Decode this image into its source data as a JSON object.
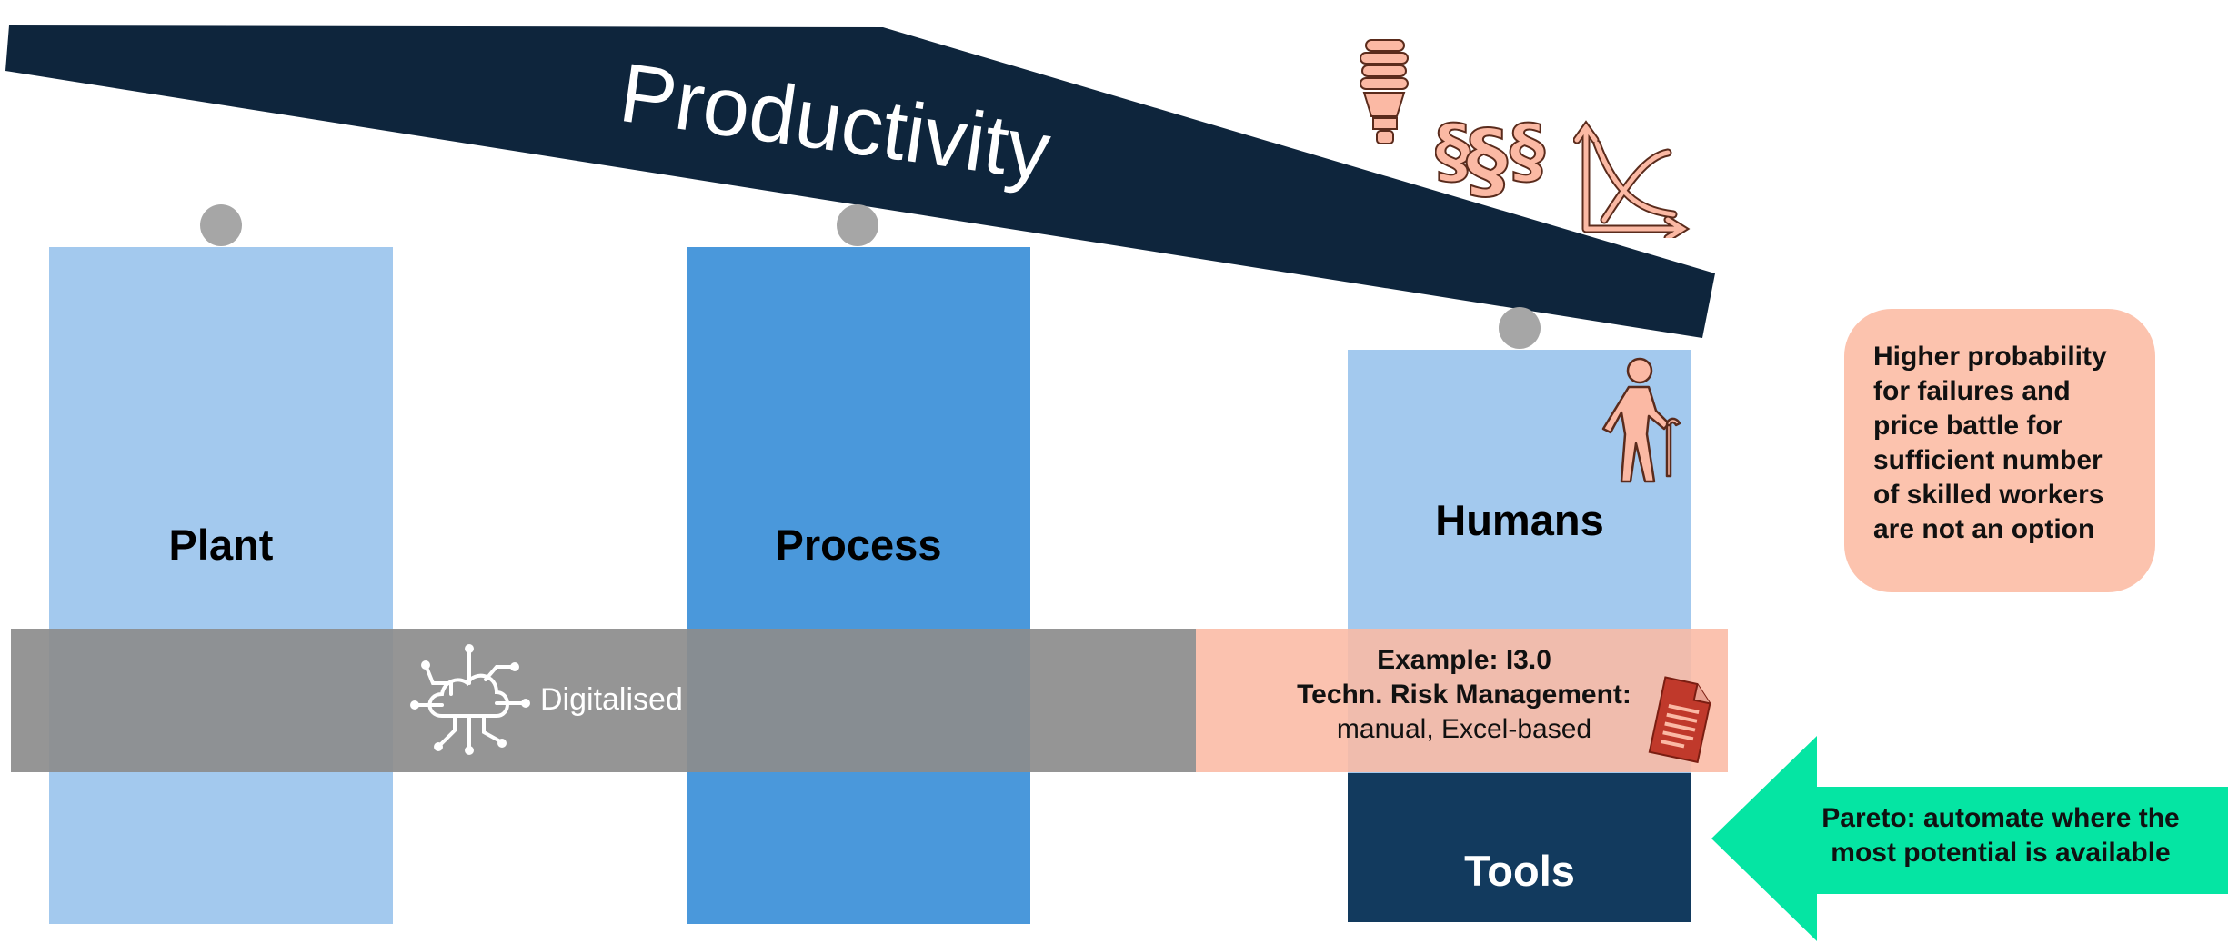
{
  "beam": {
    "label": "Productivity",
    "color": "#0e253c"
  },
  "pillars": {
    "plant": {
      "label": "Plant",
      "color": "#a3c9ee"
    },
    "process": {
      "label": "Process",
      "color": "#4a98db"
    },
    "humans": {
      "label": "Humans",
      "color": "#a3c9ee"
    },
    "tools": {
      "label": "Tools",
      "color": "#123a5e"
    }
  },
  "band": {
    "digitalised_label": "Digitalised",
    "gray_color": "#8c8c8c",
    "salmon_color": "#fbb9a4",
    "example": {
      "line1": "Example: I3.0",
      "line2": "Techn. Risk Management:",
      "line3": "manual, Excel-based"
    }
  },
  "callout_box": {
    "lines": [
      "Higher probability",
      "for failures and",
      "price battle for",
      "sufficient number",
      "of skilled workers",
      "are not an option"
    ],
    "color": "#fcc3ae"
  },
  "arrow": {
    "line1": "Pareto: automate where the",
    "line2": "most potential is available",
    "color": "#05e5a3"
  },
  "icons": [
    "lightbulb-icon",
    "paragraph-icon",
    "chart-icon",
    "elderly-person-icon",
    "cloud-network-icon",
    "document-icon"
  ]
}
